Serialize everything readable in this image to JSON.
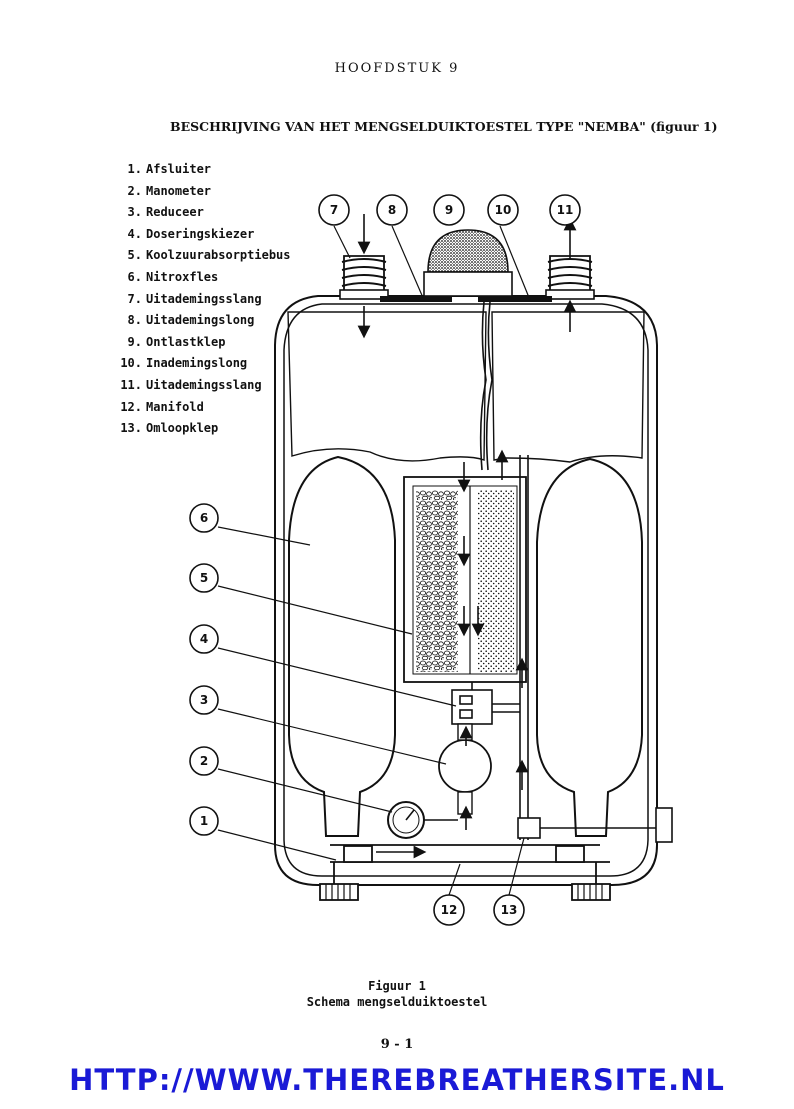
{
  "header": {
    "chapter": "HOOFDSTUK  9"
  },
  "title": "BESCHRIJVING VAN HET MENGSELDUIKTOESTEL TYPE \"NEMBA\" (figuur 1)",
  "legend": [
    {
      "num": "1.",
      "label": "Afsluiter"
    },
    {
      "num": "2.",
      "label": "Manometer"
    },
    {
      "num": "3.",
      "label": "Reduceer"
    },
    {
      "num": "4.",
      "label": "Doseringskiezer"
    },
    {
      "num": "5.",
      "label": "Koolzuurabsorptiebus"
    },
    {
      "num": "6.",
      "label": "Nitroxfles"
    },
    {
      "num": "7.",
      "label": "Uitademingsslang"
    },
    {
      "num": "8.",
      "label": "Uitademingslong"
    },
    {
      "num": "9.",
      "label": "Ontlastklep"
    },
    {
      "num": "10.",
      "label": "Inademingslong"
    },
    {
      "num": "11.",
      "label": "Uitademingsslang"
    },
    {
      "num": "12.",
      "label": "Manifold"
    },
    {
      "num": "13.",
      "label": "Omloopklep"
    }
  ],
  "callouts": [
    "1",
    "2",
    "3",
    "4",
    "5",
    "6",
    "7",
    "8",
    "9",
    "10",
    "11",
    "12",
    "13"
  ],
  "caption": {
    "line1": "Figuur 1",
    "line2": "Schema mengselduiktoestel"
  },
  "page_number": "9 - 1",
  "footer_url": "HTTP://WWW.THEREBREATHERSITE.NL",
  "colors": {
    "ink": "#111111",
    "url": "#1a1ad6",
    "paper": "#ffffff"
  }
}
